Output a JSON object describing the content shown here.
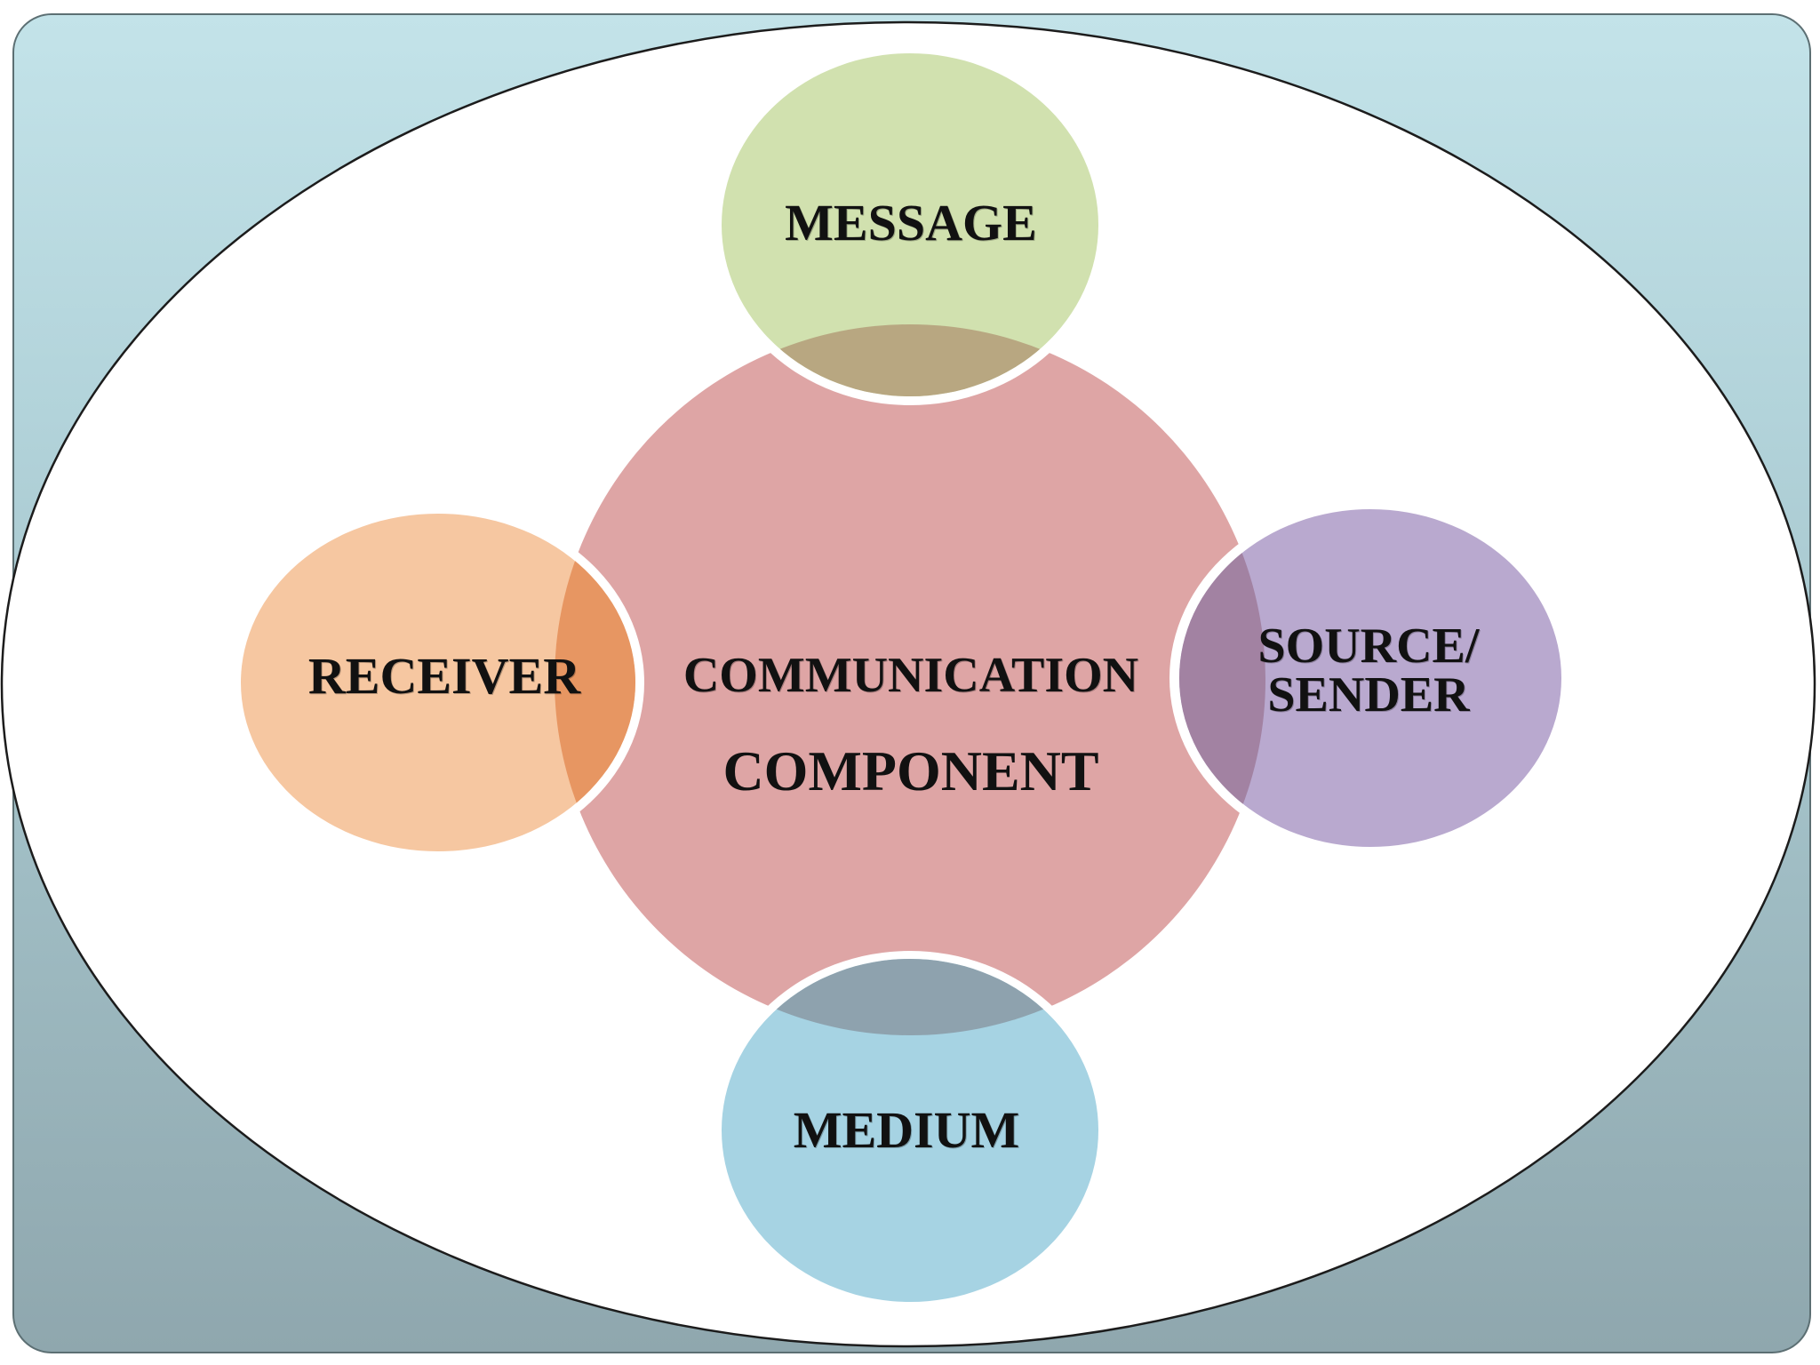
{
  "diagram": {
    "center": {
      "line1": "COMMUNICATION",
      "line2": "COMPONENT",
      "color": "#dea5a5"
    },
    "nodes": {
      "message": {
        "label": "MESSAGE",
        "color": "#d1e1af"
      },
      "receiver": {
        "label": "RECEIVER",
        "color": "#f6c7a1"
      },
      "source": {
        "label": "SOURCE/ SENDER",
        "color": "#b9a9cf"
      },
      "medium": {
        "label": "MEDIUM",
        "color": "#a6d3e3"
      }
    }
  }
}
